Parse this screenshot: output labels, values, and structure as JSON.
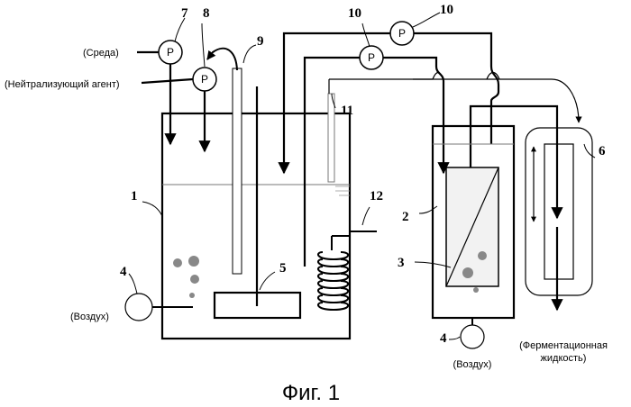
{
  "labels": {
    "medium": "(Среда)",
    "neutralizer": "(Нейтрализующий агент)",
    "air_left": "(Воздух)",
    "air_right": "(Воздух)",
    "ferment_line1": "(Ферментационная",
    "ferment_line2": "жидкость)"
  },
  "numbers": {
    "n1": "1",
    "n2": "2",
    "n3": "3",
    "n4a": "4",
    "n4b": "4",
    "n5": "5",
    "n6": "6",
    "n7": "7",
    "n8": "8",
    "n9": "9",
    "n10a": "10",
    "n10b": "10",
    "n11": "11",
    "n12": "12"
  },
  "pump_letter": "P",
  "caption": "Фиг. 1"
}
